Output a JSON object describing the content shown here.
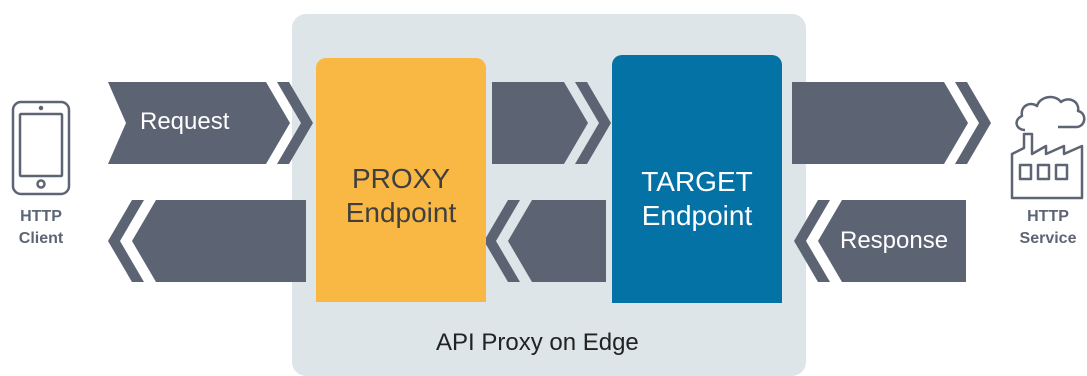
{
  "proxy": {
    "line1": "PROXY",
    "line2": "Endpoint"
  },
  "target": {
    "line1": "TARGET",
    "line2": "Endpoint"
  },
  "arrows": {
    "request": "Request",
    "response": "Response"
  },
  "edge_label": "API Proxy on Edge",
  "client": {
    "line1": "HTTP",
    "line2": "Client",
    "icon": "tablet-icon"
  },
  "service": {
    "line1": "HTTP",
    "line2": "Service",
    "icon": "factory-cloud-icon"
  },
  "colors": {
    "arrow": "#5c6373",
    "edge_background": "#dde5e8",
    "proxy": "#f8b843",
    "target": "#0572a6",
    "device": "#5d6574"
  }
}
